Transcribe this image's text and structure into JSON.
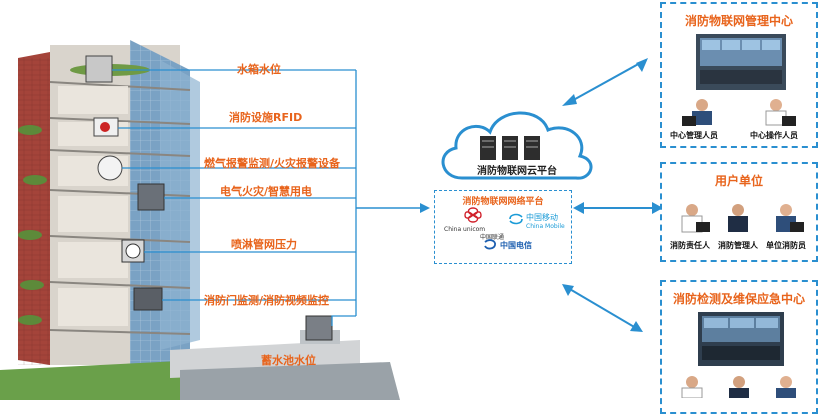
{
  "sensors": [
    {
      "label": "水箱水位"
    },
    {
      "label": "消防设施RFID"
    },
    {
      "label": "燃气报警监测/火灾报警设备"
    },
    {
      "label": "电气火灾/智慧用电"
    },
    {
      "label": "喷淋管网压力"
    },
    {
      "label": "消防门监测/消防视频监控"
    },
    {
      "label": "蓄水池水位"
    }
  ],
  "cloud": {
    "label": "消防物联网云平台"
  },
  "network": {
    "title": "消防物联网网络平台",
    "unicom_cn": "中国联通",
    "unicom_en": "China unicom",
    "mobile_cn": "中国移动",
    "mobile_en": "China Mobile",
    "telecom_cn": "中国电信"
  },
  "panels": {
    "management": {
      "title": "消防物联网管理中心",
      "people": [
        "中心管理人员",
        "中心操作人员"
      ]
    },
    "user_unit": {
      "title": "用户单位",
      "people": [
        "消防责任人",
        "消防管理人",
        "单位消防员"
      ]
    },
    "maintenance": {
      "title": "消防检测及维保应急中心",
      "people": []
    }
  },
  "colors": {
    "label": "#e8641c",
    "line": "#2a8fd0",
    "building_brick": "#a4443a",
    "glass": "#7aa2c4"
  }
}
